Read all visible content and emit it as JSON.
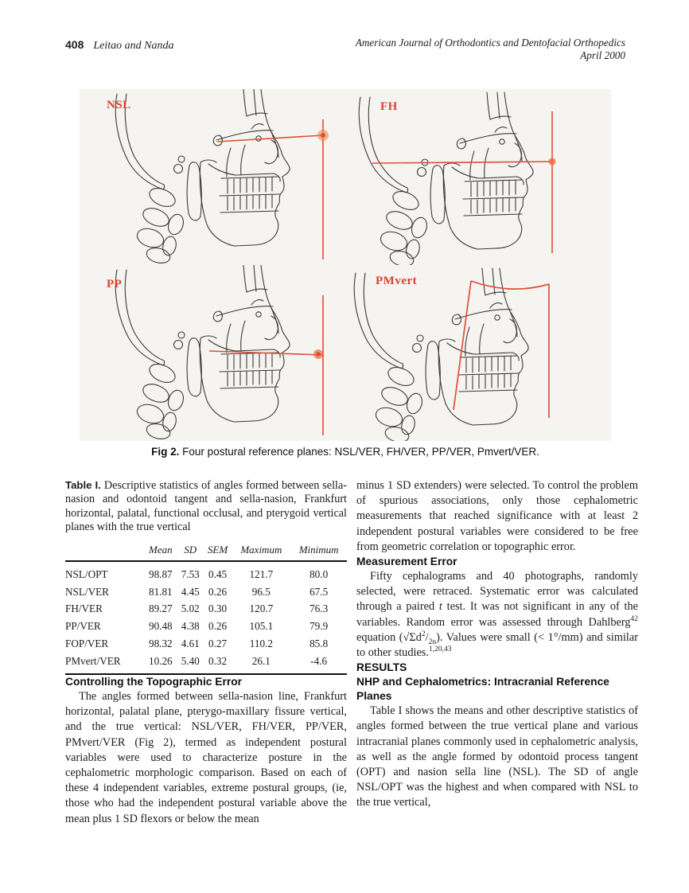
{
  "header": {
    "folio": "408",
    "authors": "Leitao and Nanda",
    "journal": "American Journal of Orthodontics and Dentofacial Orthopedics",
    "issue": "April 2000"
  },
  "figure": {
    "quadrant_labels": {
      "q1": "NSL",
      "q2": "FH",
      "q3": "PP",
      "q4": "PMvert"
    },
    "caption_label": "Fig 2.",
    "caption_text": " Four postural reference planes: NSL/VER, FH/VER, PP/VER, Pmvert/VER.",
    "line_color": "#dd4f38",
    "label_color": "#d8432e",
    "background_color": "#f6f4f1"
  },
  "table": {
    "label": "Table I.",
    "caption": " Descriptive statistics of angles formed between sella-nasion and odontoid tangent and sella-nasion, Frankfurt horizontal, palatal, functional occlusal, and pterygoid vertical planes with the true vertical",
    "columns": [
      "Mean",
      "SD",
      "SEM",
      "Maximum",
      "Minimum"
    ],
    "rows": [
      {
        "name": "NSL/OPT",
        "mean": "98.87",
        "sd": "7.53",
        "sem": "0.45",
        "maximum": "121.7",
        "minimum": "80.0"
      },
      {
        "name": "NSL/VER",
        "mean": "81.81",
        "sd": "4.45",
        "sem": "0.26",
        "maximum": "96.5",
        "minimum": "67.5"
      },
      {
        "name": "FH/VER",
        "mean": "89.27",
        "sd": "5.02",
        "sem": "0.30",
        "maximum": "120.7",
        "minimum": "76.3"
      },
      {
        "name": "PP/VER",
        "mean": "90.48",
        "sd": "4.38",
        "sem": "0.26",
        "maximum": "105.1",
        "minimum": "79.9"
      },
      {
        "name": "FOP/VER",
        "mean": "98.32",
        "sd": "4.61",
        "sem": "0.27",
        "maximum": "110.2",
        "minimum": "85.8"
      },
      {
        "name": "PMvert/VER",
        "mean": "10.26",
        "sd": "5.40",
        "sem": "0.32",
        "maximum": "26.1",
        "minimum": "-4.6"
      }
    ]
  },
  "sections": {
    "topographic_heading": "Controlling the Topographic Error",
    "topographic_para": "The angles formed between sella-nasion line, Frankfurt horizontal, palatal plane, pterygo-maxillary fissure vertical, and the true vertical: NSL/VER, FH/VER, PP/VER, PMvert/VER (Fig 2), termed as independent postural variables were used to characterize posture in the cephalometric morphologic comparison. Based on each of these 4 independent variables, extreme postural groups, (ie, those who had the independent postural variable above the mean plus 1 SD flexors or below the mean",
    "continuation_para": "minus 1 SD extenders) were selected. To control the problem of spurious associations, only those cephalometric measurements that reached significance with at least 2 independent postural variables were considered to be free from geometric correlation or topographic error.",
    "measurement_heading": "Measurement Error",
    "measurement": {
      "p1": "Fifty cephalograms and 40 photographs, randomly selected, were retraced. Systematic error was calculated through a paired ",
      "t_italic": "t",
      "p2": " test. It was not significant in any of the variables. Random error was assessed through Dahlberg",
      "ref_a": "42",
      "p3": " equation (√Σd",
      "sup_2": "2",
      "slash": "/",
      "sub_2n": "2n",
      "p4": "). Values were small (< 1°/mm) and similar to other studies.",
      "ref_b": "1,20,43"
    },
    "results_heading": "RESULTS",
    "nhp_heading": "NHP and Cephalometrics: Intracranial Reference Planes",
    "results_para": "Table I shows the means and other descriptive statistics of angles formed between the true vertical plane and various intracranial planes commonly used in cephalometric analysis, as well as the angle formed by odontoid process tangent (OPT) and nasion sella line (NSL). The SD of angle NSL/OPT was the highest and when compared with NSL to the true vertical,"
  }
}
